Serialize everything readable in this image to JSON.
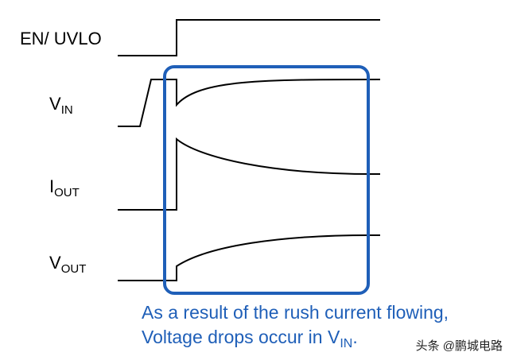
{
  "signals": {
    "en_uvlo": {
      "label": "EN/ UVLO"
    },
    "vin": {
      "label_main": "V",
      "label_sub": "IN"
    },
    "iout": {
      "label_main": "I",
      "label_sub": "OUT"
    },
    "vout": {
      "label_main": "V",
      "label_sub": "OUT"
    }
  },
  "caption": {
    "line1": "As a result of the rush current flowing,",
    "line2_main": "Voltage drops occur in V",
    "line2_sub": "IN",
    "line2_end": "."
  },
  "watermark": "头条 @鹏城电路",
  "colors": {
    "highlight_box": "#1f5fb8",
    "caption_text": "#1f5fb8",
    "waveform": "#000000"
  }
}
